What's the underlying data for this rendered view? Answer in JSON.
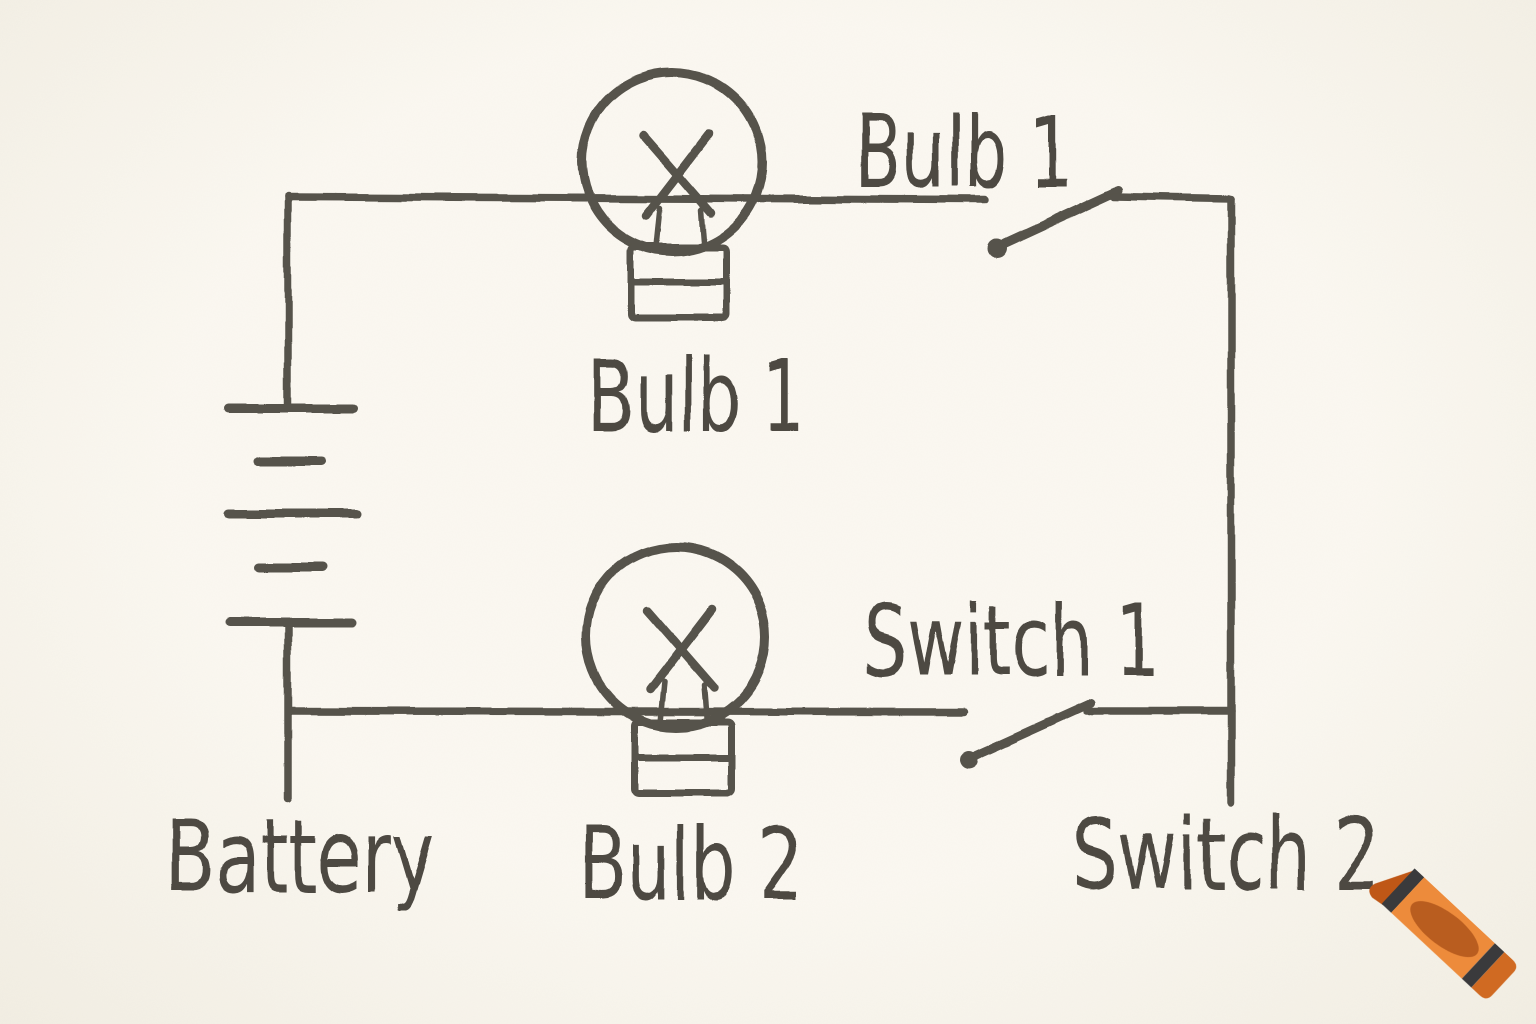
{
  "diagram": {
    "type": "hand-drawn parallel circuit sketch",
    "labels": {
      "bulb1_wire": "Bulb 1",
      "bulb1": "Bulb 1",
      "bulb2": "Bulb 2",
      "switch1": "Switch 1",
      "switch2": "Switch 2",
      "battery": "Battery"
    },
    "components": [
      {
        "id": "battery",
        "kind": "multi-cell-battery",
        "label": "Battery",
        "plates": [
          "long",
          "short",
          "long",
          "short",
          "long"
        ]
      },
      {
        "id": "bulb-1",
        "kind": "incandescent-bulb",
        "label": "Bulb 1",
        "state": "off"
      },
      {
        "id": "bulb-2",
        "kind": "incandescent-bulb",
        "label": "Bulb 2",
        "state": "off"
      },
      {
        "id": "switch-top",
        "kind": "open-switch",
        "adjacent_label": "Bulb 1"
      },
      {
        "id": "switch-bottom",
        "kind": "open-switch",
        "adjacent_label": "Switch 1"
      }
    ],
    "colors": {
      "background": "#f8f4eb",
      "ink": "#57534b",
      "text": "#4e4a43",
      "bulb_glass": "#dcebf2",
      "bulb_base": "#c6bfb2",
      "crayon_body": "#ed8b3b",
      "crayon_label_oval": "#b95d1f",
      "crayon_tip": "#bf5716",
      "crayon_end": "#d06a22",
      "crayon_bands": "#3a3a3c",
      "sparkle": "#ef9140"
    },
    "logo": {
      "icon": "crayon-icon",
      "sparkle_count": 2
    }
  }
}
